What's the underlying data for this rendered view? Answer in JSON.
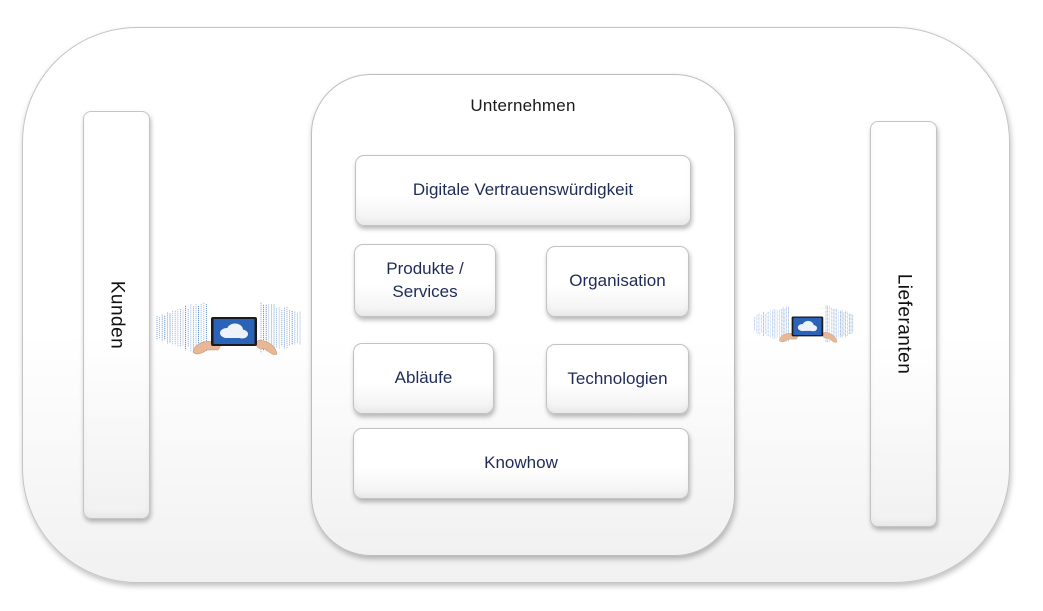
{
  "diagram": {
    "company": "Unternehmen",
    "customers": "Kunden",
    "suppliers": "Lieferanten",
    "blocks": {
      "trust": "Digitale Vertrauenswürdigkeit",
      "products": "Produkte / Services",
      "organisation": "Organisation",
      "processes": "Abläufe",
      "technology": "Technologien",
      "knowhow": "Knowhow"
    }
  },
  "colors": {
    "block_text": "#1f2b59",
    "tablet_screen": "#2a63b8",
    "data_stream": "#4d7fc4",
    "hand": "#e8b896"
  },
  "icons": {
    "customer_side": "tablet-cloud-data-icon",
    "supplier_side": "tablet-cloud-data-icon"
  }
}
